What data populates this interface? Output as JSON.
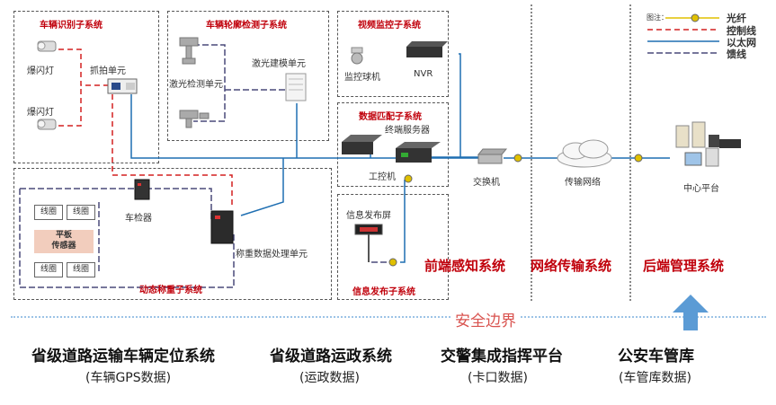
{
  "subsystems": {
    "vehicle_id": "车辆识别子系统",
    "contour": "车辆轮廓检测子系统",
    "video": "视频监控子系统",
    "matching": "数据匹配子系统",
    "info_release": "信息发布子系统",
    "weighing": "动态称重子系统"
  },
  "labels": {
    "flash_lamp_1": "爆闪灯",
    "flash_lamp_2": "爆闪灯",
    "capture_unit": "抓拍单元",
    "laser_detect": "激光检测单元",
    "laser_model": "激光建模单元",
    "dome_camera": "监控球机",
    "nvr": "NVR",
    "terminal_server": "终端服务器",
    "ipc": "工控机",
    "info_screen": "信息发布屏",
    "vehicle_detector": "车检器",
    "plate_sensor": "平板\n传感器",
    "weigh_unit": "称重数据处理单元",
    "coil_1": "线圈",
    "coil_2": "线圈",
    "coil_3": "线圈",
    "coil_4": "线圈",
    "switch": "交换机",
    "network": "传输网络",
    "center": "中心平台"
  },
  "legend": {
    "title": "图注：",
    "fiber": "光纤",
    "control": "控制线",
    "ethernet": "以太网",
    "feeder": "馈线"
  },
  "sections": {
    "front": "前端感知系统",
    "network": "网络传输系统",
    "backend": "后端管理系统"
  },
  "boundary": "安全边界",
  "platforms": [
    {
      "name": "省级道路运输车辆定位系统",
      "data": "(车辆GPS数据)"
    },
    {
      "name": "省级道路运政系统",
      "data": "(运政数据)"
    },
    {
      "name": "交警集成指挥平台",
      "data": "(卡口数据)"
    },
    {
      "name": "公安车管库",
      "data": "(车管库数据)"
    }
  ],
  "colors": {
    "ethernet": "#1f6fb2",
    "control": "#d42020",
    "feeder": "#4a4a7a",
    "fiber": "#e0c000",
    "title_red": "#c0000b",
    "arrow": "#5b9bd5"
  }
}
